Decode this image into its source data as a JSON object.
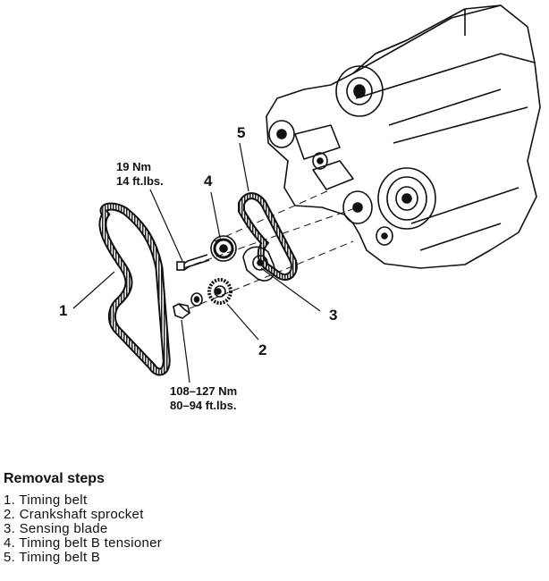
{
  "diagram": {
    "callouts": [
      "1",
      "2",
      "3",
      "4",
      "5"
    ],
    "torque_top": {
      "line1": "19 Nm",
      "line2": "14 ft.lbs."
    },
    "torque_bottom": {
      "line1": "108–127 Nm",
      "line2": "80–94 ft.lbs."
    }
  },
  "removal": {
    "title": "Removal steps",
    "steps": [
      "1. Timing belt",
      "2. Crankshaft sprocket",
      "3. Sensing blade",
      "4. Timing belt B tensioner",
      "5. Timing belt B"
    ]
  }
}
